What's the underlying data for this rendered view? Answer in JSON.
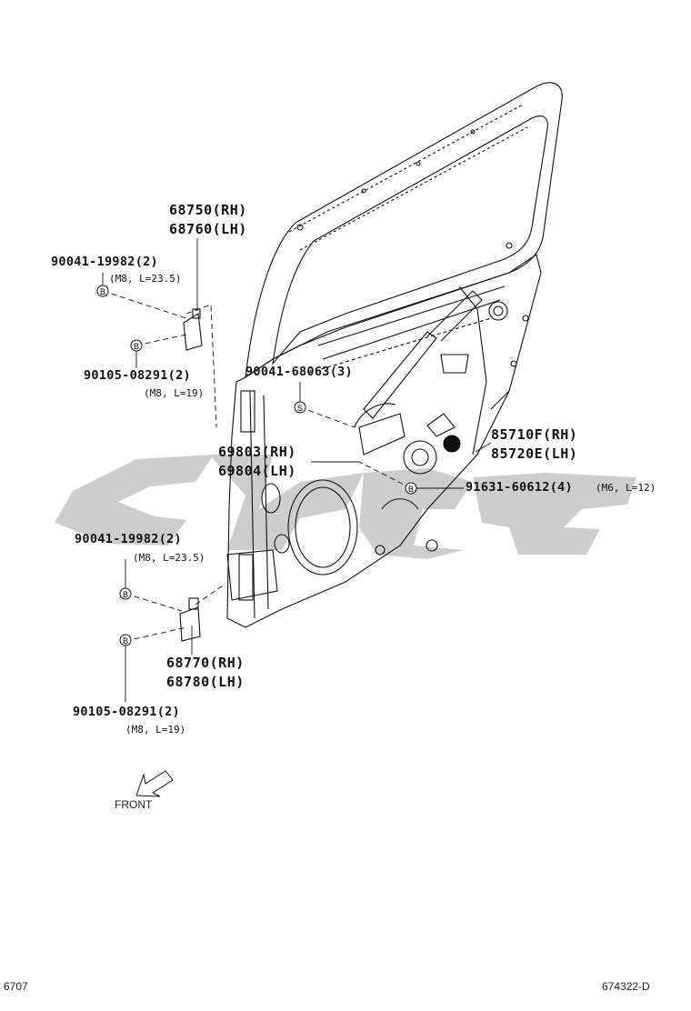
{
  "watermark": {
    "color": "#c8c8c8"
  },
  "parts": {
    "hinge_upper_rh": "68750(RH)",
    "hinge_upper_lh": "68760(LH)",
    "bolt_upper_a": "90041-19982(2)",
    "bolt_upper_a_spec": "(M8, L=23.5)",
    "bolt_upper_b": "90105-08291(2)",
    "bolt_upper_b_spec": "(M8, L=19)",
    "screw_regulator": "90041-68063(3)",
    "regulator_rh": "69803(RH)",
    "regulator_lh": "69804(LH)",
    "motor_rh": "85710F(RH)",
    "motor_lh": "85720E(LH)",
    "bolt_motor": "91631-60612(4)",
    "bolt_motor_spec": "(M6, L=12)",
    "bolt_lower_a": "90041-19982(2)",
    "bolt_lower_a_spec": "(M8, L=23.5)",
    "hinge_lower_rh": "68770(RH)",
    "hinge_lower_lh": "68780(LH)",
    "bolt_lower_b": "90105-08291(2)",
    "bolt_lower_b_spec": "(M8, L=19)"
  },
  "markers": {
    "bolt": "B",
    "screw": "S"
  },
  "front_label": "FRONT",
  "footer": {
    "left_code": "6707",
    "right_code": "674322-D"
  }
}
